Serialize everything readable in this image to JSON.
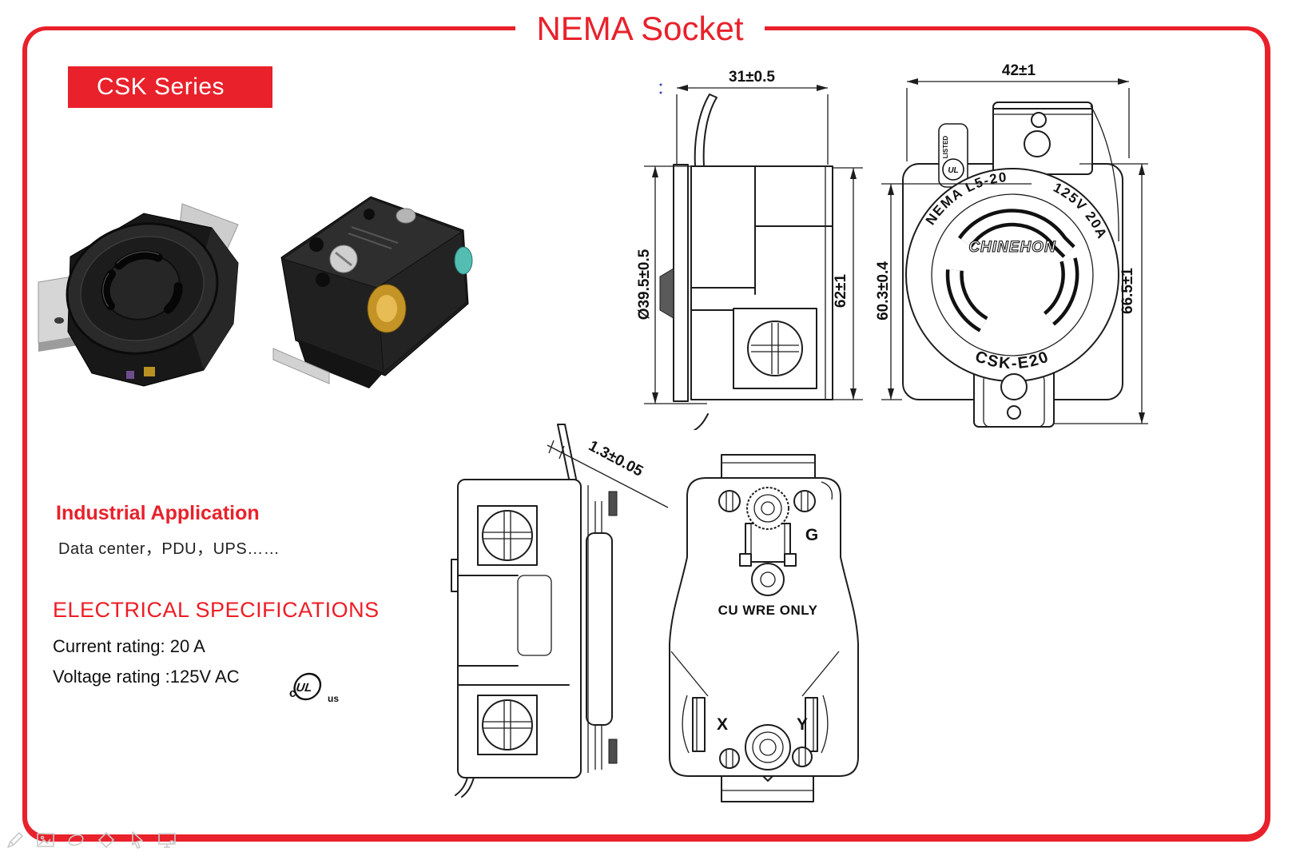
{
  "meta": {
    "accent": "#e8212b",
    "ink": "#1d1d1d",
    "faint_gray": "#c9c9c9",
    "artifact_blue": "#3946c8"
  },
  "header": {
    "title": "NEMA Socket",
    "series_badge": "CSK Series"
  },
  "application": {
    "heading": "Industrial Application",
    "items": "Data center，PDU，UPS……"
  },
  "electrical": {
    "heading": "ELECTRICAL  SPECIFICATIONS",
    "current_rating": "Current rating: 20 A",
    "voltage_rating": "Voltage rating :125V AC"
  },
  "certification": {
    "prefix": "c",
    "mark": "UL",
    "suffix": "us"
  },
  "drawings": {
    "side_view_top": {
      "dim_width": "31±0.5",
      "dim_height": "62±1",
      "dim_diameter": "Ø39.5±0.5"
    },
    "front_view": {
      "dim_width": "42±1",
      "dim_left_height": "60.3±0.4",
      "dim_right_height": "66.5±1",
      "arc_label_left": "NEMA  L5-20",
      "arc_label_right": "125V 20A",
      "brand": "CHINEHON",
      "model": "CSK-E20",
      "ul_label_listed": "LISTED",
      "ul_label_mark": "UL"
    },
    "side_view_bottom": {
      "dim_thickness": "1.3±0.05"
    },
    "back_view": {
      "ground": "G",
      "wire_note": "CU WRE ONLY",
      "terminal_x": "X",
      "terminal_y": "Y"
    }
  },
  "artifacts": {
    "stray_colon": "："
  },
  "footer_tool_icons": [
    "pencil",
    "image",
    "ellipse",
    "diamond",
    "cursor",
    "monitor"
  ]
}
